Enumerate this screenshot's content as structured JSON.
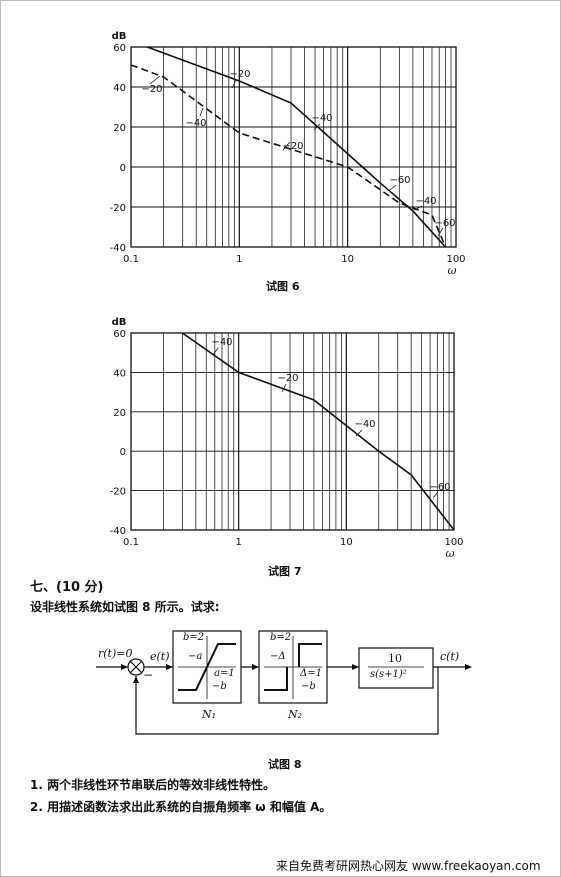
{
  "chart_data": [
    {
      "type": "line",
      "title": "试图 6",
      "ylabel": "dB",
      "xlabel": "ω",
      "xscale": "log",
      "xlim": [
        0.1,
        100
      ],
      "ylim": [
        -40,
        60
      ],
      "yticks": [
        "60",
        "40",
        "20",
        "0",
        "-20",
        "-40"
      ],
      "xticks": [
        "0.1",
        "1",
        "10",
        "100"
      ],
      "grid": true,
      "series": [
        {
          "style": "solid",
          "x": [
            0.1,
            1,
            3,
            20,
            40,
            80
          ],
          "y": [
            63,
            43,
            32,
            -8,
            -22,
            -40
          ]
        },
        {
          "style": "dashed",
          "x": [
            0.1,
            0.2,
            1,
            10,
            30,
            60,
            80
          ],
          "y": [
            51,
            45,
            17,
            0,
            -18,
            -24,
            -40
          ]
        }
      ],
      "annotations": [
        "−20",
        "−20",
        "−40",
        "−20",
        "−40",
        "−60",
        "−40",
        "−60"
      ]
    },
    {
      "type": "line",
      "title": "试图 7",
      "ylabel": "dB",
      "xlabel": "ω",
      "xscale": "log",
      "xlim": [
        0.1,
        100
      ],
      "ylim": [
        -40,
        60
      ],
      "yticks": [
        "60",
        "40",
        "20",
        "0",
        "-20",
        "-40"
      ],
      "xticks": [
        "0.1",
        "1",
        "10",
        "100"
      ],
      "grid": true,
      "series": [
        {
          "style": "solid",
          "x": [
            0.3,
            1,
            5,
            20,
            40,
            100
          ],
          "y": [
            60,
            40,
            26,
            0,
            -12,
            -40
          ]
        }
      ],
      "annotations": [
        "−40",
        "−20",
        "−40",
        "−60"
      ]
    }
  ],
  "section": {
    "heading": "七、(10 分)",
    "intro": "设非线性系统如试图 8 所示。试求:"
  },
  "diagram": {
    "title": "试图 8",
    "input": "r(t)=0",
    "error": "e(t)",
    "output": "c(t)",
    "minus": "−",
    "n1": {
      "name": "N₁",
      "b": "b=2",
      "neg_a": "−a",
      "a": "a=1",
      "neg_b": "−b"
    },
    "n2": {
      "name": "N₂",
      "b": "b=2",
      "neg_delta": "−Δ",
      "delta": "Δ=1",
      "neg_b": "−b"
    },
    "plant": {
      "num": "10",
      "den": "s(s+1)²"
    }
  },
  "questions": [
    "1. 两个非线性环节串联后的等效非线性特性。",
    "2. 用描述函数法求出此系统的自振角频率 ω 和幅值 A。"
  ],
  "footer": "来自免费考研网热心网友 www.freekaoyan.com"
}
